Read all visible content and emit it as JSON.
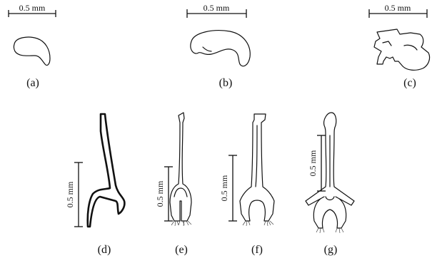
{
  "scale_bar_label": "0.5 mm",
  "panel_labels": [
    "(a)",
    "(b)",
    "(c)",
    "(d)",
    "(e)",
    "(f)",
    "(g)"
  ]
}
